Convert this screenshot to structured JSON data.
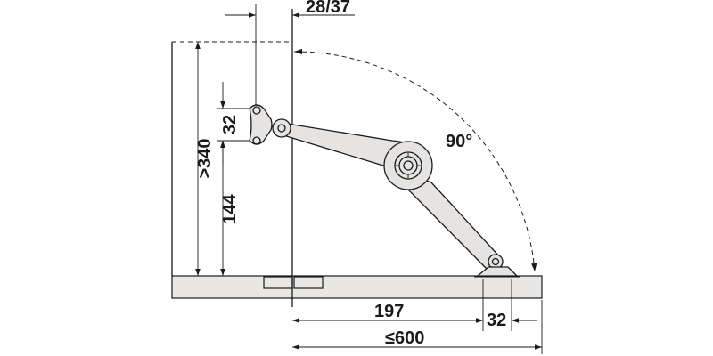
{
  "dimensions": {
    "top_offset": "28/37",
    "opening_height": ">340",
    "bracket_spacing": "32",
    "mount_height": "144",
    "base_distance": "197",
    "base_bracket_width": "32",
    "max_depth": "≤600",
    "opening_angle": "90°"
  },
  "colors": {
    "line": "#1a1a1a",
    "panel_fill": "#e9e7e5",
    "background": "#ffffff"
  }
}
